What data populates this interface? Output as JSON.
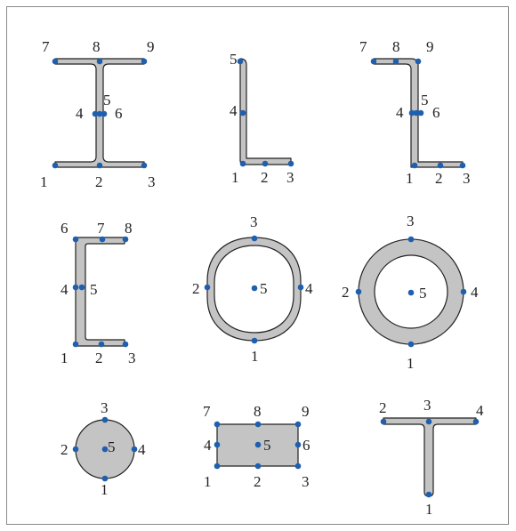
{
  "sections": [
    {
      "id": "i-beam",
      "points": [
        {
          "label": "1"
        },
        {
          "label": "2"
        },
        {
          "label": "3"
        },
        {
          "label": "4"
        },
        {
          "label": "5"
        },
        {
          "label": "6"
        },
        {
          "label": "7"
        },
        {
          "label": "8"
        },
        {
          "label": "9"
        }
      ]
    },
    {
      "id": "angle",
      "points": [
        {
          "label": "1"
        },
        {
          "label": "2"
        },
        {
          "label": "3"
        },
        {
          "label": "4"
        },
        {
          "label": "5"
        }
      ]
    },
    {
      "id": "z-section",
      "points": [
        {
          "label": "1"
        },
        {
          "label": "2"
        },
        {
          "label": "3"
        },
        {
          "label": "4"
        },
        {
          "label": "5"
        },
        {
          "label": "6"
        },
        {
          "label": "7"
        },
        {
          "label": "8"
        },
        {
          "label": "9"
        }
      ]
    },
    {
      "id": "channel",
      "points": [
        {
          "label": "1"
        },
        {
          "label": "2"
        },
        {
          "label": "3"
        },
        {
          "label": "4"
        },
        {
          "label": "5"
        },
        {
          "label": "6"
        },
        {
          "label": "7"
        },
        {
          "label": "8"
        }
      ]
    },
    {
      "id": "rounded-box",
      "points": [
        {
          "label": "1"
        },
        {
          "label": "2"
        },
        {
          "label": "3"
        },
        {
          "label": "4"
        },
        {
          "label": "5"
        }
      ]
    },
    {
      "id": "pipe",
      "points": [
        {
          "label": "1"
        },
        {
          "label": "2"
        },
        {
          "label": "3"
        },
        {
          "label": "4"
        },
        {
          "label": "5"
        }
      ]
    },
    {
      "id": "solid-circle",
      "points": [
        {
          "label": "1"
        },
        {
          "label": "2"
        },
        {
          "label": "3"
        },
        {
          "label": "4"
        },
        {
          "label": "5"
        }
      ]
    },
    {
      "id": "rectangle",
      "points": [
        {
          "label": "1"
        },
        {
          "label": "2"
        },
        {
          "label": "3"
        },
        {
          "label": "4"
        },
        {
          "label": "5"
        },
        {
          "label": "6"
        },
        {
          "label": "7"
        },
        {
          "label": "8"
        },
        {
          "label": "9"
        }
      ]
    },
    {
      "id": "tee",
      "points": [
        {
          "label": "1"
        },
        {
          "label": "2"
        },
        {
          "label": "3"
        },
        {
          "label": "4"
        }
      ]
    }
  ],
  "colors": {
    "fill": "#c4c4c4",
    "outline": "#222222",
    "point": "#1f5fb0",
    "frame": "#8a8a8a"
  }
}
